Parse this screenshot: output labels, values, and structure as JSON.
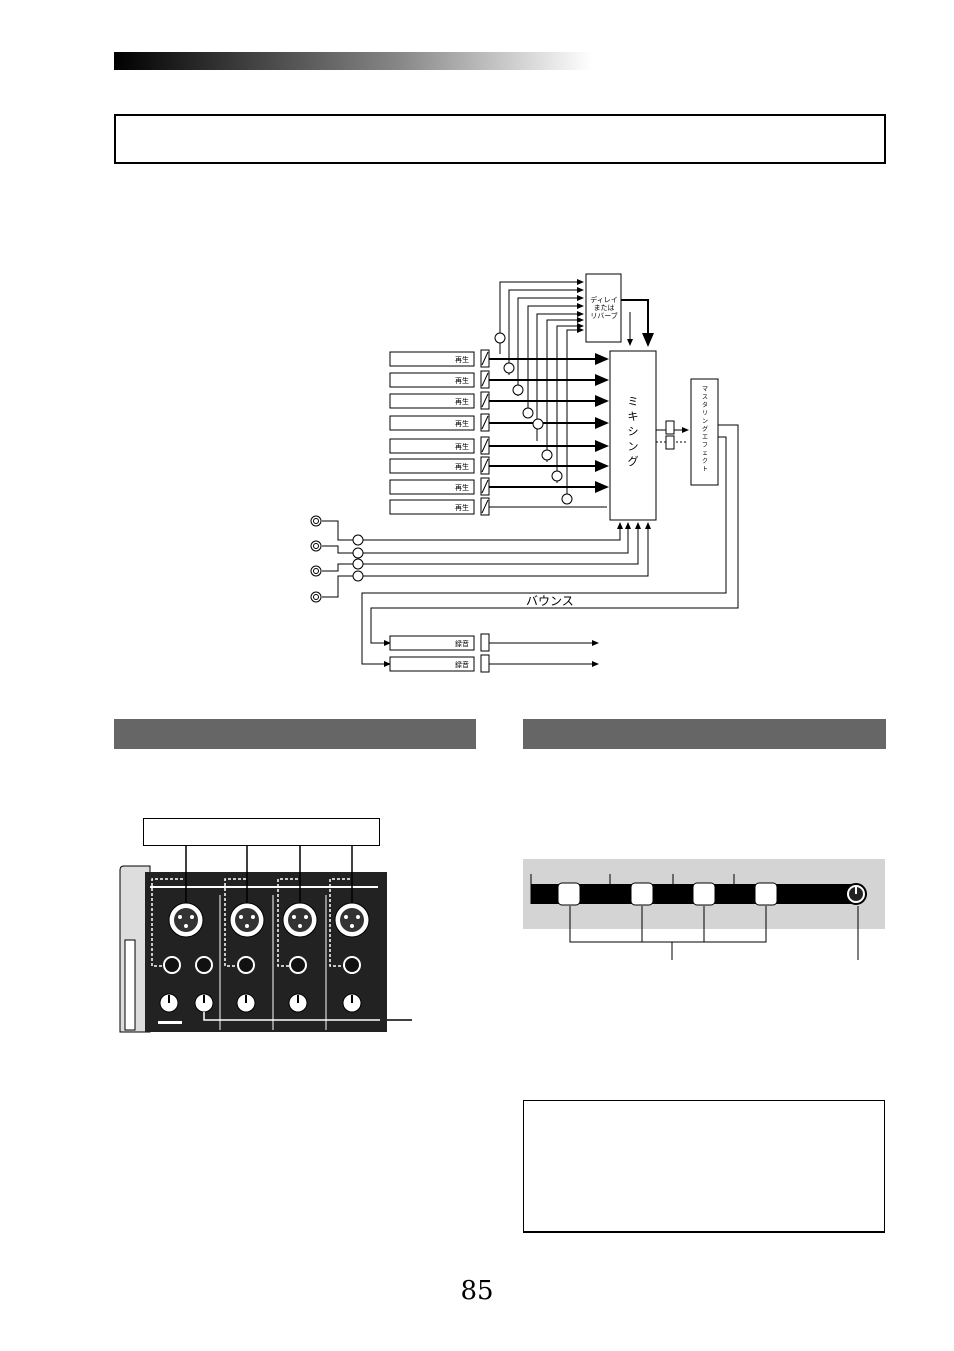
{
  "page": {
    "number": "85"
  },
  "block_diagram": {
    "effect_box_lines": [
      "ディレイ",
      "または",
      "リバーブ"
    ],
    "mixing_label": [
      "ミ",
      "キ",
      "シ",
      "ン",
      "グ"
    ],
    "mastering_label": [
      "マ",
      "ス",
      "タ",
      "リ",
      "ン",
      "グ",
      "エ",
      "フ",
      "ェ",
      "ク",
      "ト"
    ],
    "playback_label": "再生",
    "record_label": "録音",
    "bounce_label": "バウンス"
  }
}
